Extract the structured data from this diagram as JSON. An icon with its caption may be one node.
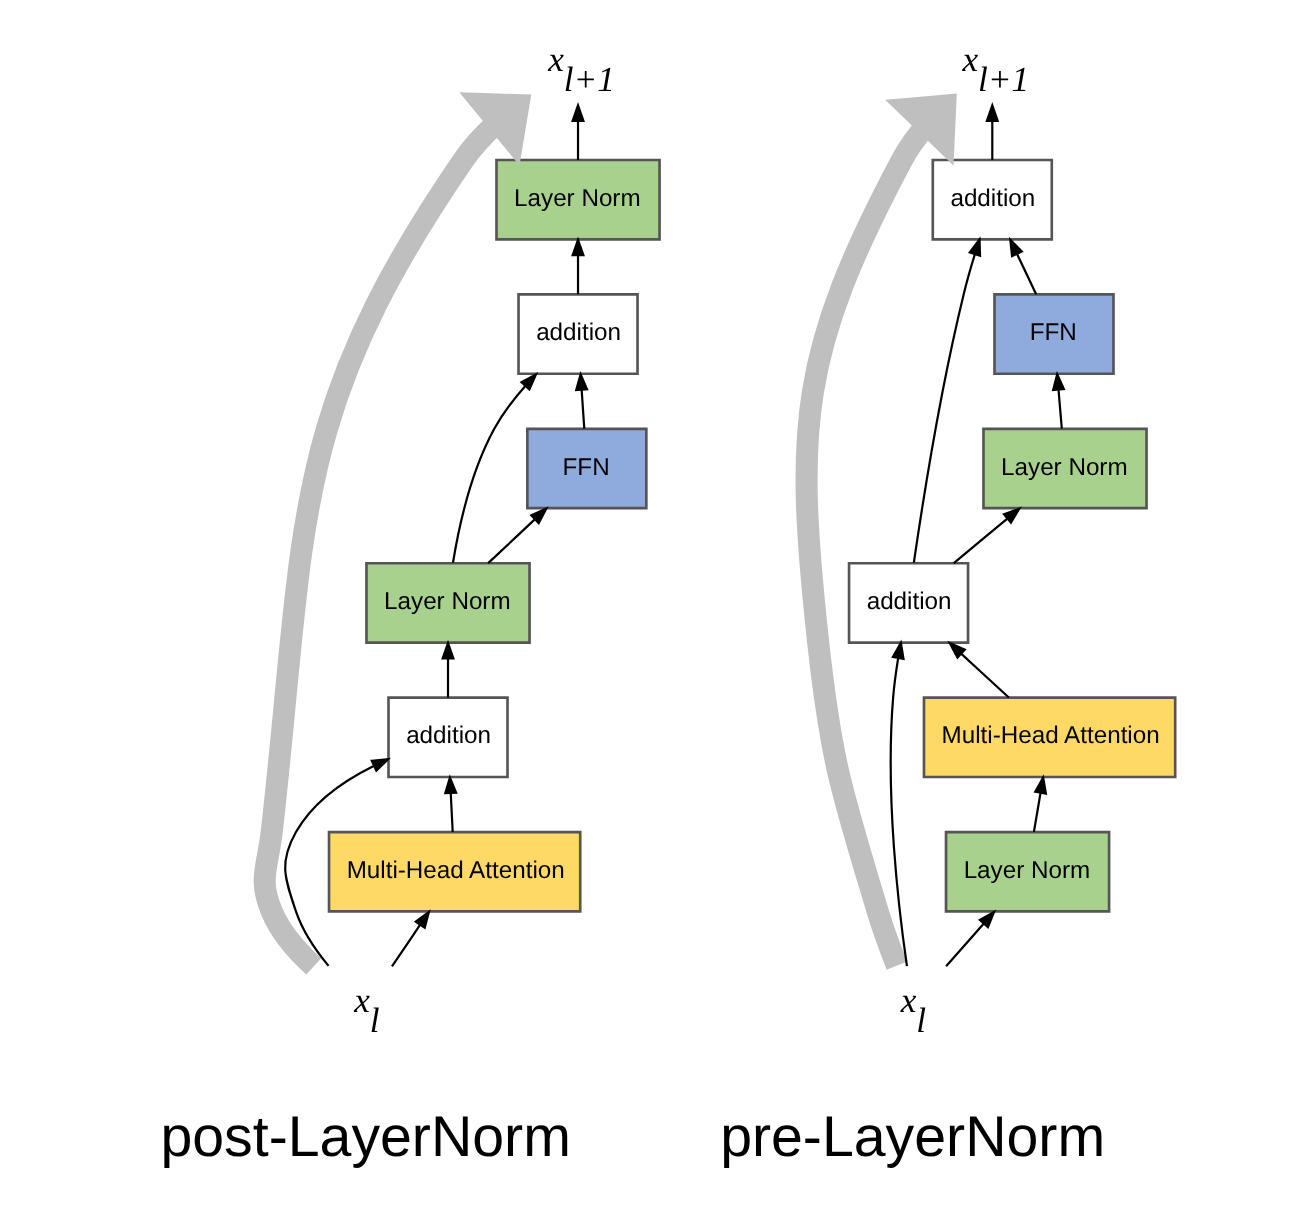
{
  "diagram": {
    "nodes": [
      {
        "text": [
          "x$_{l+1}$"
        ]
      },
      {
        "text": [
          "Layer Norm"
        ]
      },
      {
        "text": [
          "addition"
        ]
      },
      {
        "text": [
          "FFN"
        ]
      },
      {
        "text": [
          "Layer Norm"
        ]
      },
      {
        "text": [
          "addition"
        ]
      },
      {
        "text": [
          "Multi-Head Attention"
        ]
      },
      {
        "text": [
          "x$_{l}$"
        ]
      },
      {
        "text": [
          "x$_{l+1}$"
        ]
      },
      {
        "text": [
          "addition"
        ]
      },
      {
        "text": [
          "FFN"
        ]
      },
      {
        "text": [
          "Layer Norm"
        ]
      },
      {
        "text": [
          "addition"
        ]
      },
      {
        "text": [
          "Multi-Head Attention"
        ]
      },
      {
        "text": [
          "Layer Norm"
        ]
      },
      {
        "text": [
          "x$_{l}$"
        ]
      }
    ],
    "edges": [
      {
        "from": 7,
        "to": 0,
        "arrow": "to",
        "style": "thick",
        "color": "#bfbfbf"
      },
      {
        "from": 7,
        "to": 5,
        "arrow": "to"
      },
      {
        "from": 7,
        "to": 6,
        "arrow": "to"
      },
      {
        "from": 6,
        "to": 5,
        "arrow": "to"
      },
      {
        "from": 5,
        "to": 4,
        "arrow": "to"
      },
      {
        "from": 4,
        "to": 2,
        "arrow": "to"
      },
      {
        "from": 4,
        "to": 3,
        "arrow": "to"
      },
      {
        "from": 3,
        "to": 2,
        "arrow": "to"
      },
      {
        "from": 2,
        "to": 1,
        "arrow": "to"
      },
      {
        "from": 1,
        "to": 0,
        "arrow": "to"
      },
      {
        "from": 15,
        "to": 8,
        "arrow": "to",
        "style": "thick",
        "color": "#bfbfbf"
      },
      {
        "from": 15,
        "to": 12,
        "arrow": "to"
      },
      {
        "from": 15,
        "to": 14,
        "arrow": "to"
      },
      {
        "from": 14,
        "to": 13,
        "arrow": "to"
      },
      {
        "from": 13,
        "to": 12,
        "arrow": "to"
      },
      {
        "from": 12,
        "to": 9,
        "arrow": "to"
      },
      {
        "from": 12,
        "to": 11,
        "arrow": "to"
      },
      {
        "from": 11,
        "to": 10,
        "arrow": "to"
      },
      {
        "from": 10,
        "to": 9,
        "arrow": "to"
      },
      {
        "from": 9,
        "to": 8,
        "arrow": "to"
      }
    ],
    "labels": [
      "post-LayerNorm",
      "pre-LayerNorm"
    ]
  }
}
